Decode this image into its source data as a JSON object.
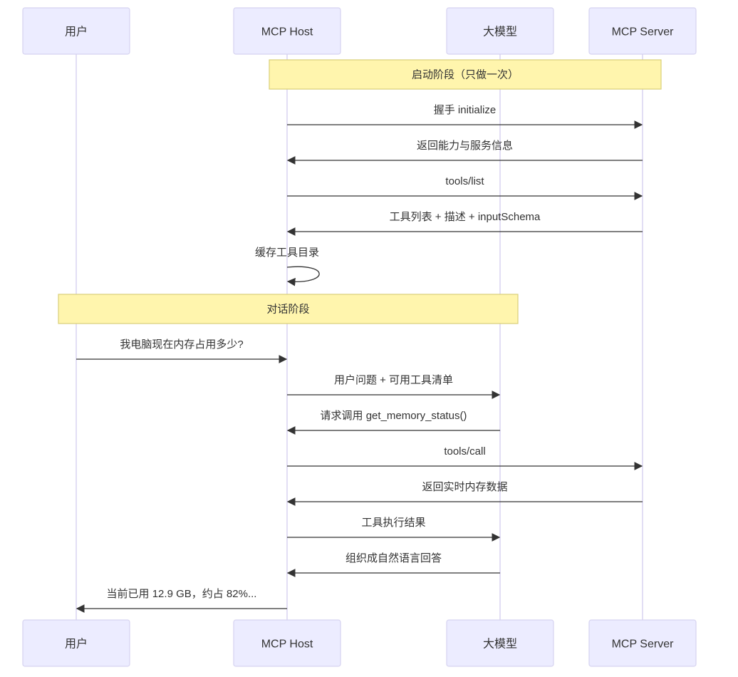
{
  "participants": [
    {
      "id": "user",
      "label": "用户"
    },
    {
      "id": "host",
      "label": "MCP Host"
    },
    {
      "id": "llm",
      "label": "大模型"
    },
    {
      "id": "server",
      "label": "MCP Server"
    }
  ],
  "notes": [
    {
      "text": "启动阶段（只做一次）",
      "from": "host",
      "to": "server"
    },
    {
      "text": "对话阶段",
      "from": "user",
      "to": "llm"
    }
  ],
  "messages": [
    {
      "from": "host",
      "to": "server",
      "text": "握手 initialize"
    },
    {
      "from": "server",
      "to": "host",
      "text": "返回能力与服务信息"
    },
    {
      "from": "host",
      "to": "server",
      "text": "tools/list"
    },
    {
      "from": "server",
      "to": "host",
      "text": "工具列表 + 描述 + inputSchema"
    },
    {
      "from": "host",
      "to": "host",
      "text": "缓存工具目录"
    },
    {
      "from": "user",
      "to": "host",
      "text": "我电脑现在内存占用多少?"
    },
    {
      "from": "host",
      "to": "llm",
      "text": "用户问题 + 可用工具清单"
    },
    {
      "from": "llm",
      "to": "host",
      "text": "请求调用 get_memory_status()"
    },
    {
      "from": "host",
      "to": "server",
      "text": "tools/call"
    },
    {
      "from": "server",
      "to": "host",
      "text": "返回实时内存数据"
    },
    {
      "from": "host",
      "to": "llm",
      "text": "工具执行结果"
    },
    {
      "from": "llm",
      "to": "host",
      "text": "组织成自然语言回答"
    },
    {
      "from": "host",
      "to": "user",
      "text": "当前已用 12.9 GB，约占 82%..."
    }
  ],
  "colors": {
    "participant_fill": "#ececff",
    "participant_stroke": "#d6d3f0",
    "note_fill": "#fff5ad",
    "note_stroke": "#d9cf7a",
    "line": "#333333"
  }
}
